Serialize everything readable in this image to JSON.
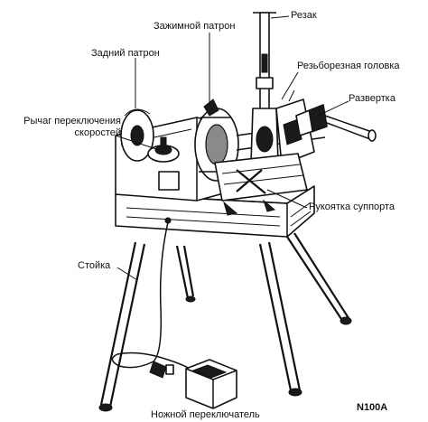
{
  "labels": {
    "cutter": "Резак",
    "clamp_chuck": "Зажимной патрон",
    "rear_chuck": "Задний патрон",
    "die_head": "Резьборезная головка",
    "reamer": "Развертка",
    "speed_lever": "Рычаг переключения\nскоростей",
    "carriage_handle": "Рукоятка суппорта",
    "stand": "Стойка",
    "foot_switch": "Ножной переключатель"
  },
  "model": "N100A",
  "colors": {
    "ink": "#111111",
    "background": "#ffffff",
    "metal_shade": "#8a8a8a"
  }
}
